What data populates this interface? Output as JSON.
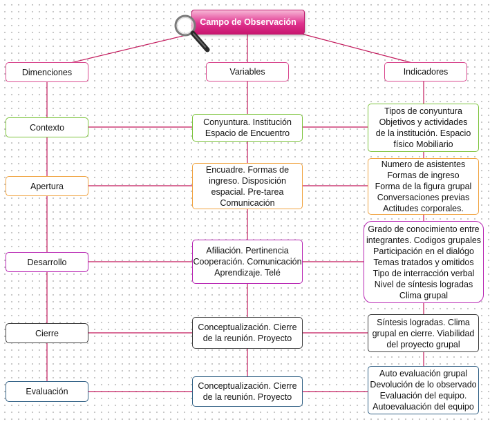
{
  "root": {
    "title": "Campo de Observación"
  },
  "headers": {
    "dimensiones": "Dimenciones",
    "variables": "Variables",
    "indicadores": "Indicadores"
  },
  "rows": [
    {
      "dimension": "Contexto",
      "variable": [
        "Conyuntura. Institución",
        "Espacio de Encuentro"
      ],
      "indicator": [
        "Tipos de conyuntura",
        "Objetivos y actividades",
        "de la institución. Espacio",
        "físico Mobiliario"
      ]
    },
    {
      "dimension": "Apertura",
      "variable": [
        "Encuadre. Formas de",
        "ingreso. Disposición",
        "espacial. Pre-tarea",
        "Comunicación"
      ],
      "indicator": [
        "Numero de asistentes",
        "Formas de ingreso",
        "Forma de la figura grupal",
        "Conversaciones previas",
        "Actitudes corporales."
      ]
    },
    {
      "dimension": "Desarrollo",
      "variable": [
        "Afiliación. Pertinencia",
        "Cooperación. Comunicación",
        "Aprendizaje. Telé"
      ],
      "indicator": [
        "Grado de conocimiento entre",
        "integrantes. Codigos grupales",
        "Participación en el dialógo",
        "Temas tratados y omitidos",
        "Tipo de interracción verbal",
        "Nivel de síntesis logradas",
        "Clima grupal"
      ]
    },
    {
      "dimension": "Cierre",
      "variable": [
        "Conceptualización. Cierre",
        "de la reunión. Proyecto"
      ],
      "indicator": [
        "Síntesis logradas. Clima",
        "grupal en cierre. Viabilidad",
        "del proyecto grupal"
      ]
    },
    {
      "dimension": "Evaluación",
      "variable": [
        "Conceptualización. Cierre",
        "de la reunión. Proyecto"
      ],
      "indicator": [
        "Auto evaluación grupal",
        "Devolución de lo observado",
        "Evaluación del equipo.",
        "Autoevaluación del equipo"
      ]
    }
  ],
  "colors": {
    "connector": "#c2185b",
    "pink": "#d8488e",
    "green": "#7cc33b",
    "orange": "#f0a23e",
    "purple": "#b623b2",
    "dark": "#3b3b3b",
    "blue": "#2f5f84"
  },
  "icons": {
    "root_icon": "magnifier-icon"
  }
}
